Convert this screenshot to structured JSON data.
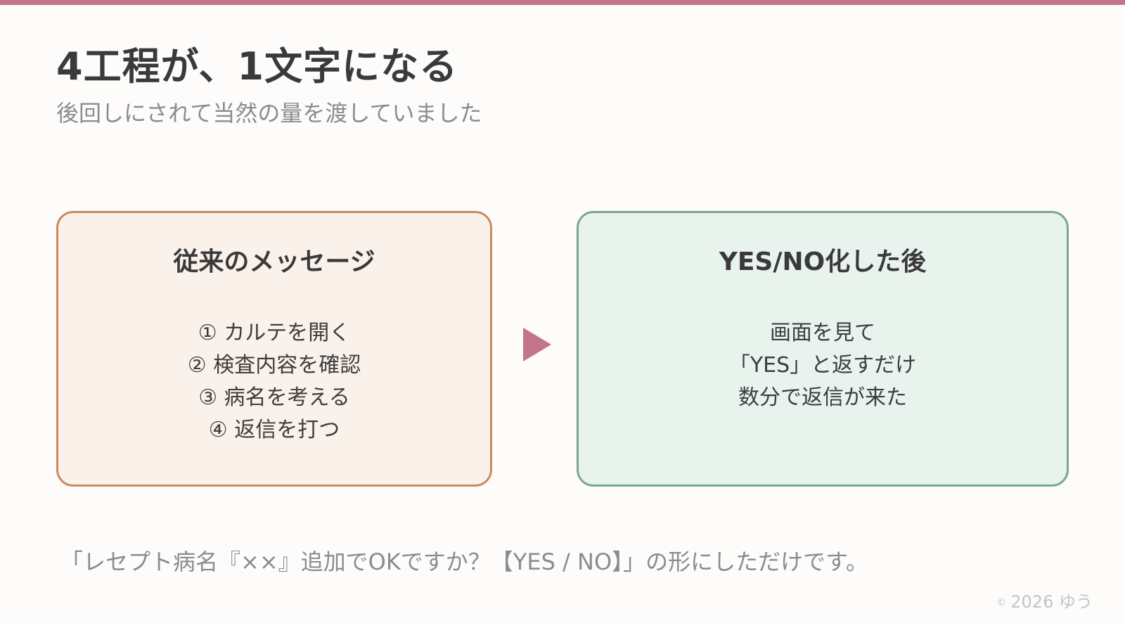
{
  "slide": {
    "accent_color": "#c4758c",
    "title": "4工程が、1文字になる",
    "subtitle": "後回しにされて当然の量を渡していました"
  },
  "before_card": {
    "heading": "従来のメッセージ",
    "border_color": "#cc8a5c",
    "background_color": "#faf1eb",
    "steps": [
      "① カルテを開く",
      "② 検査内容を確認",
      "③ 病名を考える",
      "④ 返信を打つ"
    ]
  },
  "arrow": {
    "icon": "arrow-right-icon",
    "color": "#c4758c"
  },
  "after_card": {
    "heading": "YES/NO化した後",
    "border_color": "#7aa88d",
    "background_color": "#e9f3ed",
    "lines": [
      "画面を見て",
      "「YES」と返すだけ",
      "数分で返信が来た"
    ]
  },
  "footnote": "「レセプト病名『××』追加でOKですか？【YES / NO】」の形にしただけです。",
  "copyright": {
    "mark": "©",
    "text": "2026 ゆう"
  }
}
